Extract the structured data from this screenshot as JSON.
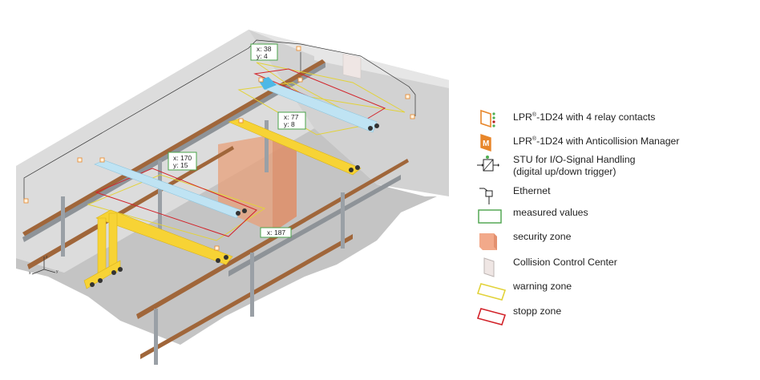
{
  "diagram": {
    "type": "crane-anticollision-layout",
    "measurement_boxes": [
      {
        "id": "m1",
        "x_label": "x: 38",
        "y_label": "y: 4"
      },
      {
        "id": "m2",
        "x_label": "x: 77",
        "y_label": "y: 8"
      },
      {
        "id": "m3",
        "x_label": "x: 170",
        "y_label": "y: 15"
      },
      {
        "id": "m4",
        "x_label": "x: 187",
        "y_label": ""
      }
    ],
    "axis_labels": {
      "z": "z",
      "x": "x",
      "y": "y"
    },
    "colors": {
      "wall": "#d9d9d9",
      "floor": "#c6c6c6",
      "rail": "#9a9ea3",
      "rail_top": "#a0663a",
      "crane_blue": "#bfe3f3",
      "crane_yellow": "#f7d335",
      "security_zone": "#e8a07a",
      "warning_zone": "#e2d23a",
      "stopp_zone": "#d2232a",
      "measured_box": "#4aa34a",
      "sensor_orange": "#e8862a",
      "control_center": "#efe6e4",
      "ethernet": "#333333"
    }
  },
  "legend": {
    "items": [
      {
        "icon": "lpr-relay-icon",
        "text_main": "LPR",
        "text_sup": "®",
        "text_rest": "-1D24 with 4 relay contacts"
      },
      {
        "icon": "lpr-anticollision-icon",
        "text_main": "LPR",
        "text_sup": "®",
        "text_rest": "-1D24 with Anticollision Manager"
      },
      {
        "icon": "stu-icon",
        "text_line1": "STU for I/O-Signal Handling",
        "text_line2": "(digital up/down trigger)"
      },
      {
        "icon": "ethernet-icon",
        "text": "Ethernet"
      },
      {
        "icon": "measured-values-icon",
        "text": "measured values"
      },
      {
        "icon": "security-zone-icon",
        "text": "security zone"
      },
      {
        "icon": "collision-control-center-icon",
        "text": "Collision Control Center"
      },
      {
        "icon": "warning-zone-icon",
        "text": "warning zone"
      },
      {
        "icon": "stopp-zone-icon",
        "text": "stopp zone"
      }
    ]
  }
}
